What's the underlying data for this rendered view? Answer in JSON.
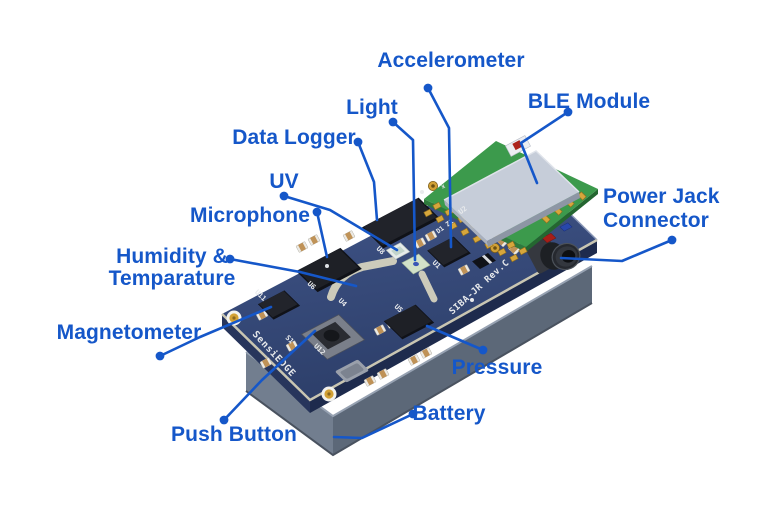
{
  "diagram": {
    "labels": {
      "accelerometer": "Accelerometer",
      "ble_module": "BLE Module",
      "light": "Light",
      "data_logger": "Data Logger",
      "uv": "UV",
      "microphone": "Microphone",
      "humidity_temperature": "Humidity &\nTemparature",
      "magnetometer": "Magnetometer",
      "push_button": "Push Button",
      "battery": "Battery",
      "pressure": "Pressure",
      "power_jack": "Power Jack\nConnector"
    },
    "silkscreen": {
      "brand": "SensiEDGE",
      "board_id": "SIBA-JR Rev.C",
      "designators": {
        "u11": "U11",
        "u6": "U6",
        "u4": "U4",
        "u8": "U8",
        "s1": "S1",
        "u12": "U12",
        "u5": "U5",
        "u1": "U1",
        "u2": "U2",
        "d1": "D1 Z1",
        "x_mark": "x"
      }
    },
    "colors": {
      "label_blue": "#1557c9",
      "pcb_blue": "#35497a",
      "module_green": "#3c9a4c",
      "shield_silver": "#c6cdd9",
      "case_gray": "#6e7a8c",
      "pad_gold": "#d2a135"
    }
  }
}
